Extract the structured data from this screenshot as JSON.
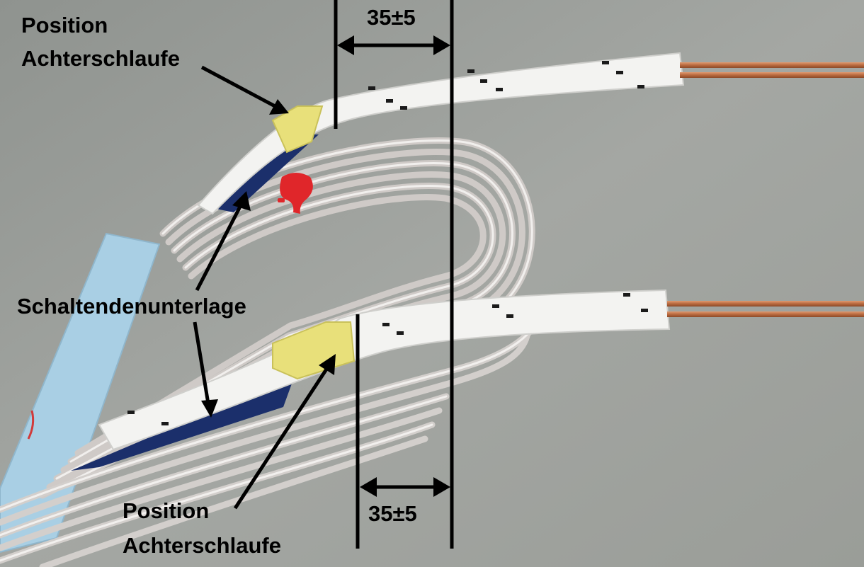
{
  "image": {
    "labels": {
      "position_top_line1": "Position",
      "position_top_line2": "Achterschlaufe",
      "dimension_top": "35±5",
      "schaltenden": "Schaltendenunterlage",
      "position_bottom_line1": "Position",
      "position_bottom_line2": "Achterschlaufe",
      "dimension_bottom": "35±5"
    },
    "colors": {
      "background": "#9ea19d",
      "coil": "#d9d6d4",
      "sleeve": "#f3f3f1",
      "sleeve_stripe": "#1a1a1a",
      "yellow_tape": "#e8e07a",
      "blue_tape": "#1b2f6b",
      "light_blue_tape": "#a9cfe4",
      "copper": "#c4754a",
      "red_mark": "#e0262a",
      "annotation": "#000000"
    }
  }
}
